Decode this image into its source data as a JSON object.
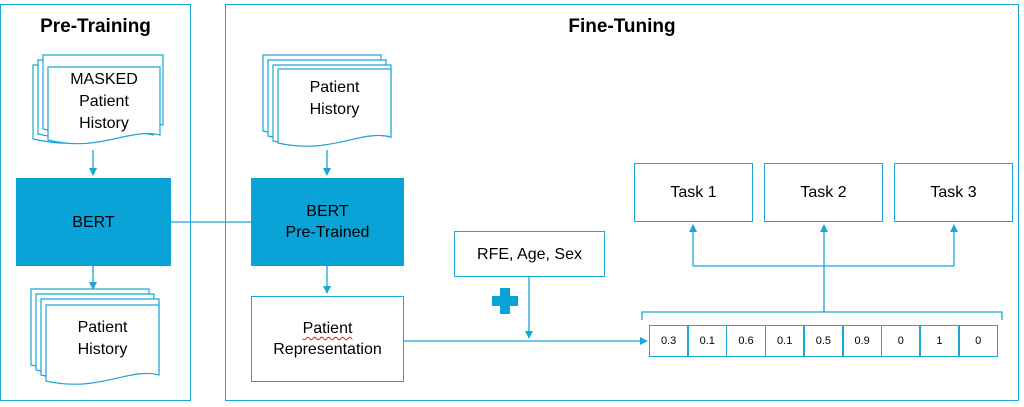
{
  "pretraining": {
    "title": "Pre-Training",
    "input_doc": "MASKED\nPatient\nHistory",
    "model": "BERT",
    "output_doc": "Patient\nHistory"
  },
  "finetuning": {
    "title": "Fine-Tuning",
    "input_doc": "Patient\nHistory",
    "model": "BERT\nPre-Trained",
    "representation_word1": "Patient",
    "representation_word2": "Representation",
    "features": "RFE, Age, Sex",
    "plus_symbol": "plus-icon",
    "vector": [
      "0.3",
      "0.1",
      "0.6",
      "0.1",
      "0.5",
      "0.9",
      "0",
      "1",
      "0"
    ],
    "tasks": [
      "Task 1",
      "Task 2",
      "Task 3"
    ]
  },
  "colors": {
    "accent": "#1aa6d6",
    "model_fill": "#0aa3d7",
    "wavy_underline": "#d02020"
  }
}
